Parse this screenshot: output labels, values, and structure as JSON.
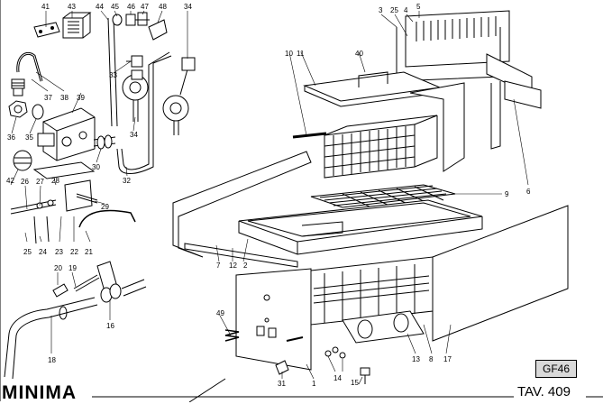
{
  "footer": {
    "brand": "MINIMA",
    "plate": "TAV. 409",
    "model": "GF46"
  },
  "labels": [
    "41",
    "43",
    "44",
    "45",
    "46",
    "47",
    "48",
    "34",
    "3",
    "25",
    "4",
    "5",
    "37",
    "38",
    "39",
    "33",
    "10",
    "11",
    "40",
    "36",
    "35",
    "34",
    "30",
    "32",
    "42",
    "26",
    "27",
    "28",
    "29",
    "22",
    "23",
    "24",
    "25",
    "21",
    "20",
    "19",
    "16",
    "18",
    "6",
    "9",
    "7",
    "12",
    "2",
    "49",
    "13",
    "8",
    "17",
    "31",
    "1",
    "14",
    "15"
  ]
}
